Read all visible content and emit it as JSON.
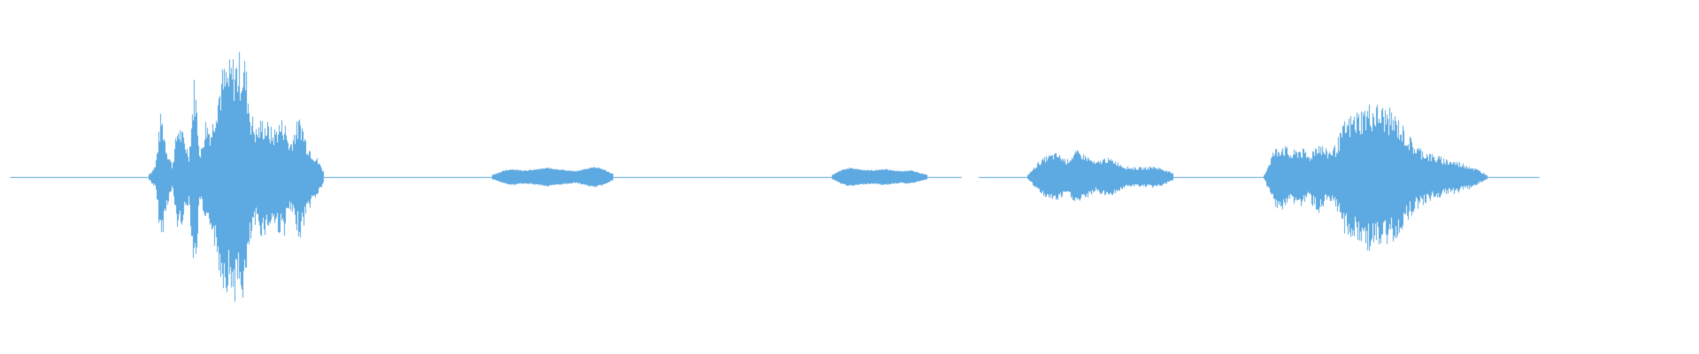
{
  "waveform": {
    "color": "#5DA9E1",
    "background": "#FFFFFF",
    "max_amplitude": 1.0,
    "segments": [
      {
        "kind": "speech",
        "start": 0.088,
        "end": 0.19,
        "envelope": [
          0.03,
          0.1,
          0.55,
          0.25,
          0.1,
          0.45,
          0.35,
          0.2,
          0.85,
          0.18,
          0.48,
          0.4,
          0.7,
          0.88,
          0.92,
          0.98,
          1.0,
          0.98,
          0.55,
          0.4,
          0.48,
          0.45,
          0.38,
          0.45,
          0.48,
          0.28,
          0.42,
          0.5,
          0.3,
          0.22,
          0.15,
          0.06
        ]
      },
      {
        "kind": "low",
        "start": 0.29,
        "end": 0.36,
        "envelope": [
          0.02,
          0.05,
          0.07,
          0.06,
          0.06,
          0.07,
          0.08,
          0.07,
          0.06,
          0.05,
          0.07,
          0.09,
          0.07,
          0.03
        ]
      },
      {
        "kind": "low",
        "start": 0.49,
        "end": 0.545,
        "envelope": [
          0.02,
          0.06,
          0.08,
          0.07,
          0.06,
          0.06,
          0.07,
          0.06,
          0.05,
          0.06,
          0.04,
          0.02
        ]
      },
      {
        "kind": "mid",
        "start": 0.605,
        "end": 0.69,
        "envelope": [
          0.02,
          0.12,
          0.18,
          0.2,
          0.14,
          0.22,
          0.18,
          0.12,
          0.16,
          0.14,
          0.09,
          0.08,
          0.08,
          0.09,
          0.07,
          0.03
        ]
      },
      {
        "kind": "speech",
        "start": 0.744,
        "end": 0.875,
        "envelope": [
          0.02,
          0.22,
          0.28,
          0.2,
          0.25,
          0.18,
          0.3,
          0.22,
          0.26,
          0.45,
          0.52,
          0.56,
          0.6,
          0.58,
          0.55,
          0.48,
          0.36,
          0.26,
          0.22,
          0.18,
          0.16,
          0.14,
          0.12,
          0.1,
          0.06,
          0.02
        ]
      }
    ],
    "baseline": [
      {
        "start": 0.006,
        "end": 0.566
      },
      {
        "start": 0.576,
        "end": 0.906
      }
    ]
  }
}
